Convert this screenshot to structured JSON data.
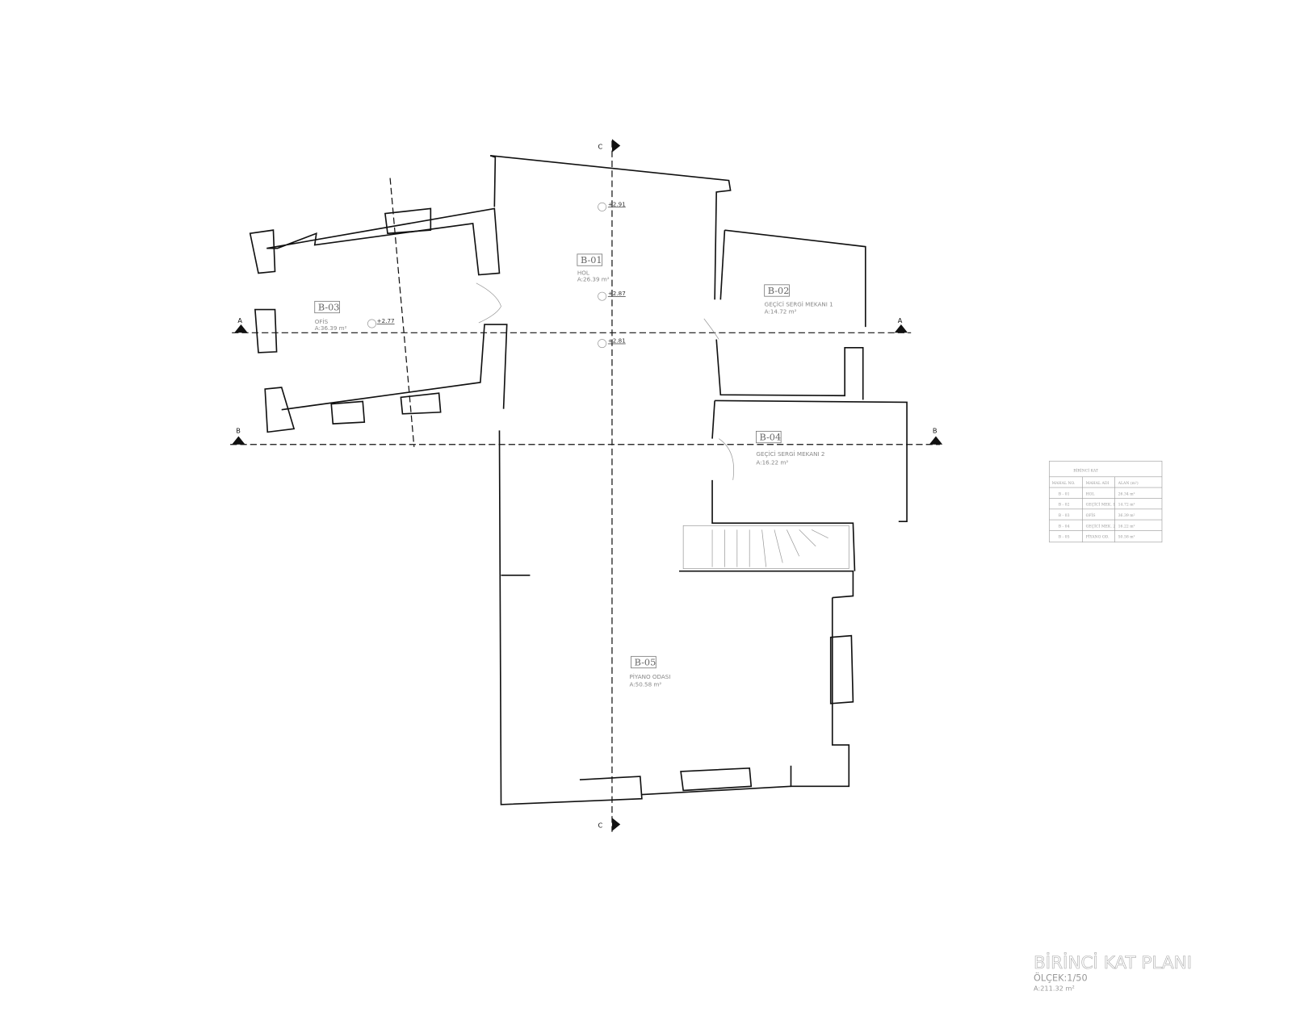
{
  "rooms": [
    {
      "code": "B-01",
      "name": "HOL",
      "area": "A:26.39 m²"
    },
    {
      "code": "B-02",
      "name": "GEÇİCİ SERGİ MEKANI 1",
      "area": "A:14.72 m²"
    },
    {
      "code": "B-03",
      "name": "OFİS",
      "area": "A:36.39 m²"
    },
    {
      "code": "B-04",
      "name": "GEÇİCİ SERGİ MEKANI 2",
      "area": "A:16.22 m²"
    },
    {
      "code": "B-05",
      "name": "PİYANO ODASI",
      "area": "A:50.58 m²"
    }
  ],
  "elevations": [
    "+2.91",
    "+2.87",
    "+2.81",
    "+2.77"
  ],
  "section_marks": {
    "a": "A",
    "b": "B",
    "c": "C"
  },
  "table": {
    "title": "BİRİNCİ KAT",
    "headers": [
      "MAHAL NO.",
      "MAHAL ADI",
      "ALAN (m²)"
    ],
    "rows": [
      [
        "B - 01",
        "HOL",
        "26.34 m²"
      ],
      [
        "B - 02",
        "GEÇİCİ MEK. 1",
        "14.72 m²"
      ],
      [
        "B - 03",
        "OFİS",
        "36.39 m²"
      ],
      [
        "B - 04",
        "GEÇİCİ MEK. 2",
        "16.22 m²"
      ],
      [
        "B - 05",
        "PİYANO OD.",
        "50.58 m²"
      ]
    ]
  },
  "plan_title": {
    "title": "BİRİNCİ KAT PLANI",
    "scale": "ÖLÇEK:1/50",
    "area": "A:211.32 m²"
  }
}
